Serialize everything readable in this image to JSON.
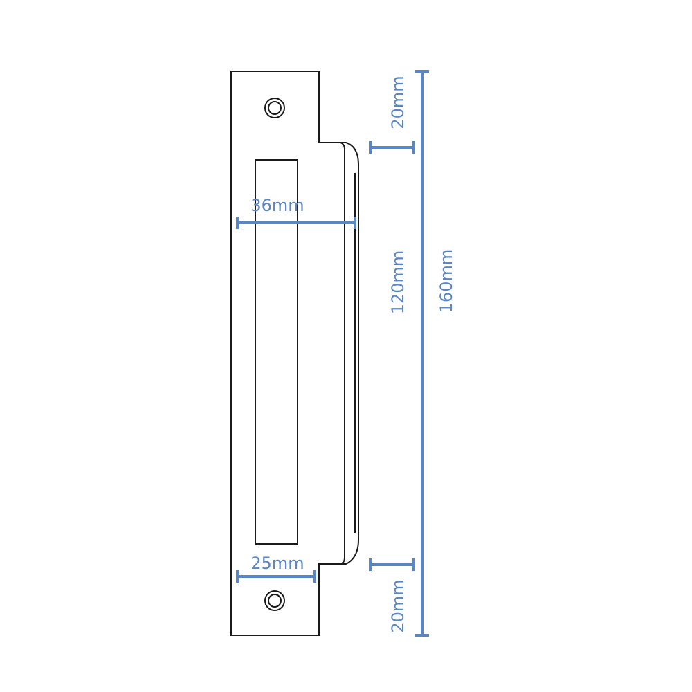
{
  "diagram": {
    "colors": {
      "dimension": "#5b86c4",
      "outline": "#1a1a1a",
      "background": "#ffffff"
    },
    "dimensions": {
      "forend_width": "36mm",
      "plate_width": "25mm",
      "top_offset": "20mm",
      "slot_length": "120mm",
      "total_height": "160mm",
      "bottom_offset": "20mm"
    }
  }
}
